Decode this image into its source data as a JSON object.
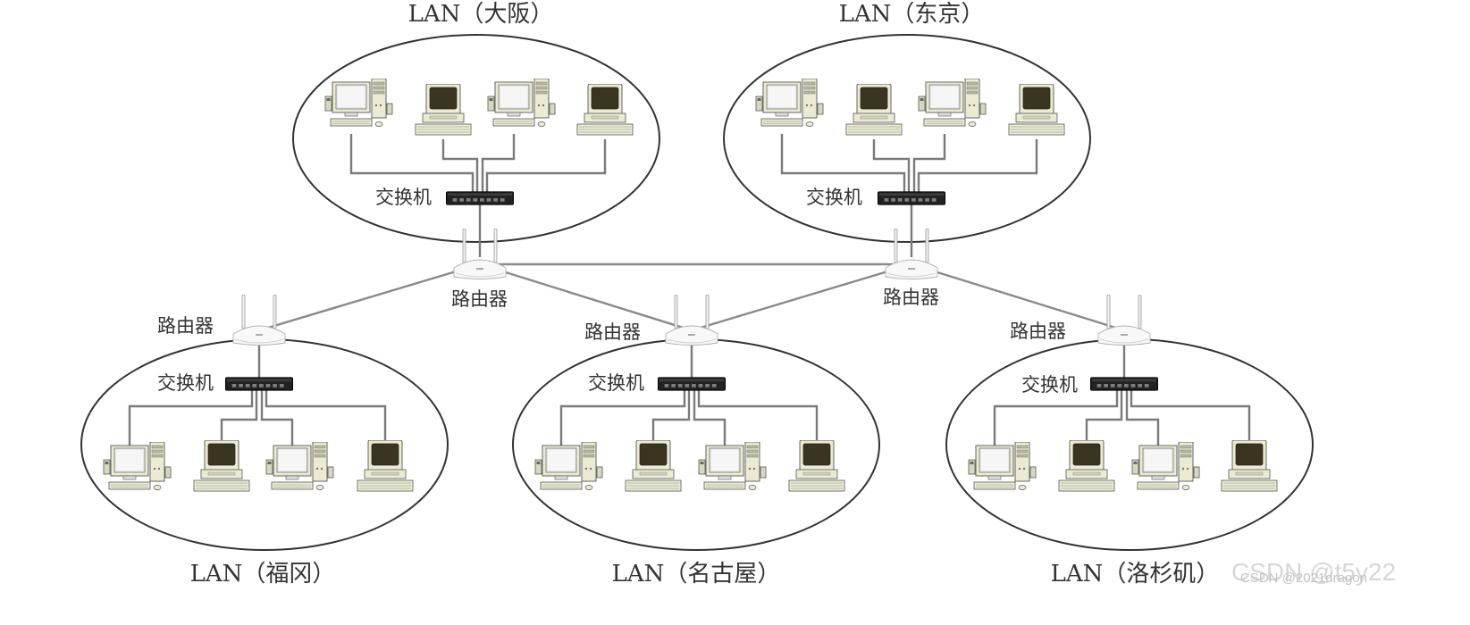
{
  "colors": {
    "line": "#7a7a7a",
    "outline": "#333333",
    "text": "#333333",
    "computer_body": "#ecebd2",
    "crt_screen": "#3b3420",
    "switch": "#222222",
    "router": "#f4f4f4"
  },
  "labels": {
    "switch": "交换机",
    "router": "路由器"
  },
  "lans": [
    {
      "name": "LAN（大阪）"
    },
    {
      "name": "LAN（东京）"
    },
    {
      "name": "LAN（福冈）"
    },
    {
      "name": "LAN（名古屋）"
    },
    {
      "name": "LAN（洛杉矶）"
    }
  ],
  "computer_icons": [
    "desktop-pc-icon",
    "crt-terminal-icon",
    "desktop-pc-icon",
    "crt-terminal-icon"
  ],
  "watermark": {
    "large": "CSDN @t5y22",
    "small": "CSDN @2021dragon"
  }
}
